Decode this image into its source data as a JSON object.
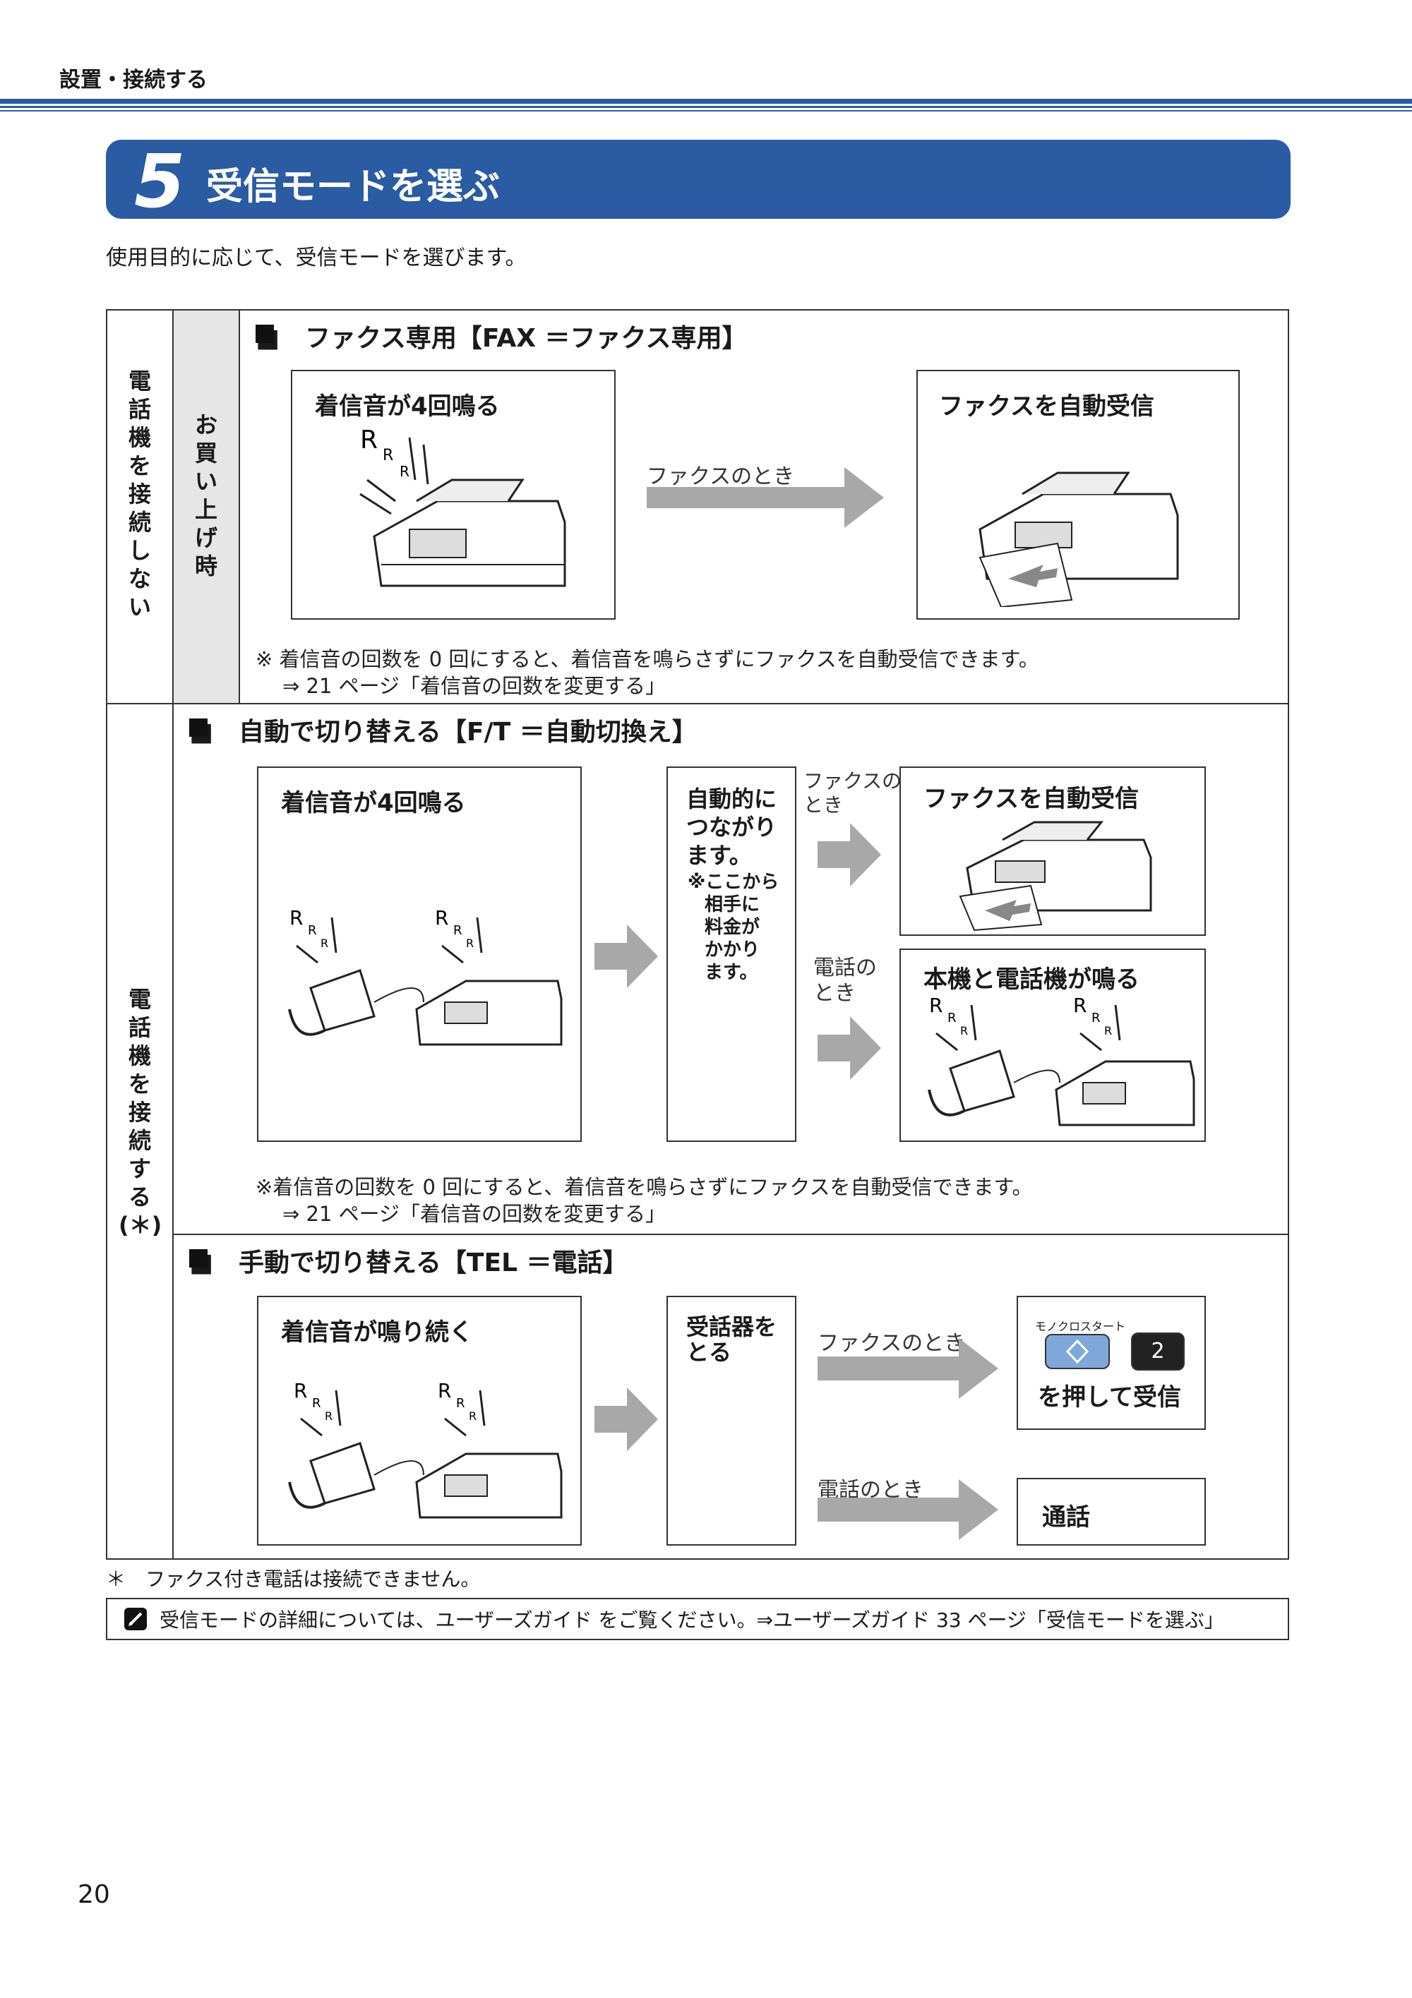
{
  "header": {
    "section": "設置・接続する"
  },
  "title": {
    "number": "5",
    "text": "受信モードを選ぶ"
  },
  "lead": "使用目的に応じて、受信モードを選びます。",
  "side_labels": {
    "no_phone": [
      "電",
      "話",
      "機",
      "を",
      "接",
      "続",
      "し",
      "な",
      "い"
    ],
    "at_purchase": [
      "お",
      "買",
      "い",
      "上",
      "げ",
      "時"
    ],
    "with_phone": [
      "電",
      "話",
      "機",
      "を",
      "接",
      "続",
      "す",
      "る",
      "(＊)"
    ]
  },
  "fax": {
    "heading": "■　ファクス専用【FAX ＝ファクス専用】",
    "box1_title": "着信音が4回鳴る",
    "arrow_label": "ファクスのとき",
    "box2_title": "ファクスを自動受信",
    "note1": "※ 着信音の回数を 0 回にすると、着信音を鳴らさずにファクスを自動受信できます。",
    "note2": "⇒ 21 ページ「着信音の回数を変更する」"
  },
  "ft": {
    "heading": "■　自動で切り替える【F/T ＝自動切換え】",
    "box1_title": "着信音が4回鳴る",
    "mid_title": [
      "自動的に",
      "つながり",
      "ます。"
    ],
    "mid_note": [
      "※ここから",
      "相手に",
      "料金が",
      "かかり",
      "ます。"
    ],
    "fax_label": [
      "ファクスの",
      "とき"
    ],
    "fax_result": "ファクスを自動受信",
    "tel_label": [
      "電話の",
      "とき"
    ],
    "tel_result": "本機と電話機が鳴る",
    "note1": "※着信音の回数を 0 回にすると、着信音を鳴らさずにファクスを自動受信できます。",
    "note2": "⇒ 21 ページ「着信音の回数を変更する」"
  },
  "tel": {
    "heading": "■　手動で切り替える【TEL ＝電話】",
    "box1_title": "着信音が鳴り続く",
    "mid_title": [
      "受話器を",
      "とる"
    ],
    "fax_label": "ファクスのとき",
    "mono_label": "モノクロスタート",
    "key2": "2",
    "press_text": "を押して受信",
    "tel_label": "電話のとき",
    "call": "通話"
  },
  "footnote": "＊　ファクス付き電話は接続できません。",
  "tip": "受信モードの詳細については、ユーザーズガイド をご覧ください。⇒ユーザーズガイド 33 ページ「受信モードを選ぶ」",
  "page_number": "20",
  "colors": {
    "accent": "#2a5ba3",
    "arrow": "#a8a8a8",
    "band": "#e6e6e6"
  }
}
